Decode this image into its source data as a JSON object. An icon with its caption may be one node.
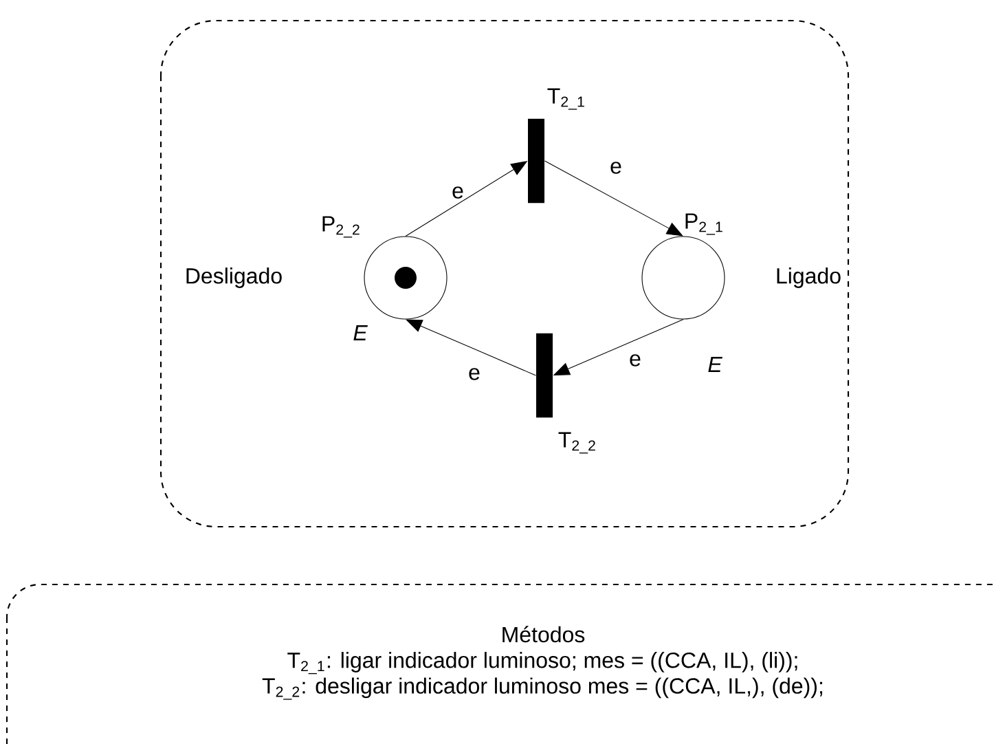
{
  "diagram": {
    "nodes": [
      {
        "text": [],
        "shape": "box"
      },
      {
        "text": [
          "P$_{2_2}$"
        ],
        "beside": [
          "E"
        ],
        "in": 0
      },
      {
        "text": [
          "T$_{2_1}$"
        ],
        "in": 0
      },
      {
        "text": [
          "P$_{2_1}$"
        ],
        "beside": [
          "E"
        ],
        "in": 0
      },
      {
        "text": [
          "T$_{2_2}$"
        ],
        "in": 0
      },
      {
        "text": [
          "Métodos",
          "T$_{2_1}$: ligar indicador luminoso; mes = ((CCA, IL), (li));",
          "T$_{2_2}$: desligar indicador luminoso mes = ((CCA, IL,), (de));"
        ]
      }
    ],
    "edges": [
      {
        "from": 1,
        "to": 2,
        "arrow": "to",
        "label": "e"
      },
      {
        "from": 2,
        "to": 3,
        "arrow": "to",
        "label": "e"
      },
      {
        "from": 3,
        "to": 4,
        "arrow": "to",
        "label": "e"
      },
      {
        "from": 4,
        "to": 1,
        "arrow": "to",
        "label": "e"
      }
    ],
    "labels": [
      "Desligado",
      "Ligado"
    ]
  }
}
